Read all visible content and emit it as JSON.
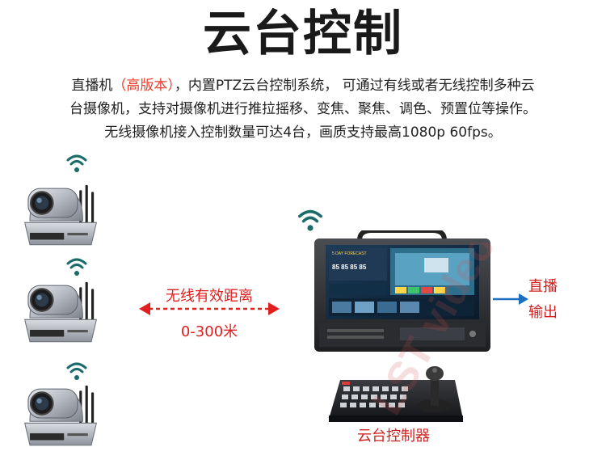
{
  "title": "云台控制",
  "description": {
    "line1_a": "直播机",
    "line1_hl": "（高版本）",
    "line1_b": "，内置PTZ云台控制系统， 可通过有线或者无线控制多种云",
    "line2": "台摄像机，支持对摄像机进行推拉摇移、变焦、聚焦、调色、预置位等操作。",
    "line3": "无线摄像机接入控制数量可达4台，画质支持最高1080p 60fps。"
  },
  "distance": {
    "label": "无线有效距离",
    "range": "0-300米"
  },
  "output": {
    "line1": "直播",
    "line2": "输出"
  },
  "controller_label": "云台控制器",
  "screen": {
    "header": "5 DAY FORECAST",
    "numbers": "85 85 85 85"
  },
  "colors": {
    "accent_red": "#e02020",
    "arrow_blue": "#1e6fc0",
    "camera_gray": "#b8bcc4"
  },
  "icons": [
    "wifi-icon",
    "ptz-camera-icon",
    "live-streaming-machine",
    "ptz-controller",
    "double-arrow-icon",
    "output-arrow-icon"
  ]
}
